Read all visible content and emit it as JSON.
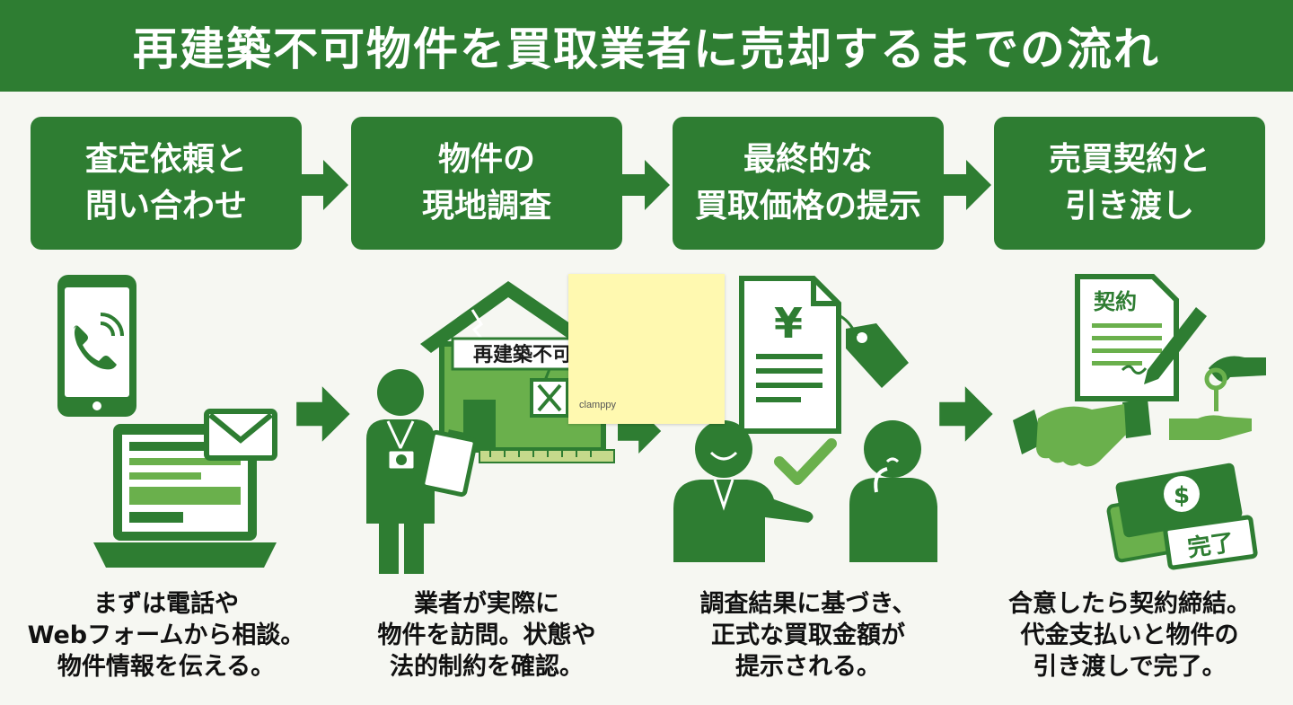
{
  "title": "再建築不可物件を買取業者に売却するまでの流れ",
  "steps": [
    {
      "heading": [
        "査定依頼と",
        "問い合わせ"
      ],
      "description": [
        "まずは電話や",
        "Webフォームから相談。",
        "物件情報を伝える。"
      ]
    },
    {
      "heading": [
        "物件の",
        "現地調査"
      ],
      "description": [
        "業者が実際に",
        "物件を訪問。状態や",
        "法的制約を確認。"
      ]
    },
    {
      "heading": [
        "最終的な",
        "買取価格の提示"
      ],
      "description": [
        "調査結果に基づき、",
        "正式な買取金額が",
        "提示される。"
      ]
    },
    {
      "heading": [
        "売買契約と",
        "引き渡し"
      ],
      "description": [
        "合意したら契約締結。",
        "代金支払いと物件の",
        "引き渡しで完了。"
      ]
    }
  ],
  "illustrations": {
    "house_sign": "再建築不可",
    "price_symbol": "¥",
    "contract_label": "契約",
    "dollar_symbol": "$",
    "complete_label": "完了"
  },
  "sticky_note": {
    "label": "clamppy"
  },
  "colors": {
    "primary_green": "#2e7d32",
    "light_green": "#6ab04c",
    "background": "#f6f7f2",
    "text": "#111111",
    "sticky": "#fff9b0"
  }
}
